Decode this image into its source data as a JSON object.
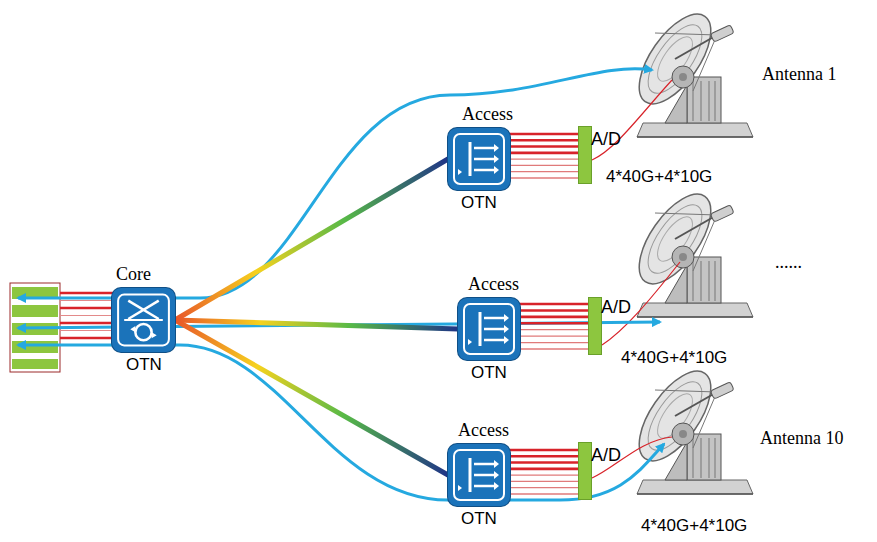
{
  "diagram": {
    "nodes": [
      {
        "text": [
          "Core",
          "OTN"
        ]
      },
      {
        "text": [
          "Access",
          "OTN"
        ]
      },
      {
        "text": [
          "Access",
          "OTN"
        ]
      },
      {
        "text": [
          "Access",
          "OTN"
        ]
      },
      {
        "text": [
          "A/D",
          "4*40G+4*10G"
        ]
      },
      {
        "text": [
          "A/D",
          "4*40G+4*10G"
        ]
      },
      {
        "text": [
          "A/D",
          "4*40G+4*10G"
        ]
      }
    ],
    "edges": [
      {
        "from": 0,
        "to": 1,
        "arrow": "none"
      },
      {
        "from": 0,
        "to": 2,
        "arrow": "none"
      },
      {
        "from": 0,
        "to": 3,
        "arrow": "none"
      },
      {
        "from": 1,
        "to": 4,
        "arrow": "none"
      },
      {
        "from": 2,
        "to": 5,
        "arrow": "none"
      },
      {
        "from": 3,
        "to": 6,
        "arrow": "none"
      }
    ],
    "labels": [
      "Antenna 1",
      "......",
      "Antenna 10"
    ]
  }
}
